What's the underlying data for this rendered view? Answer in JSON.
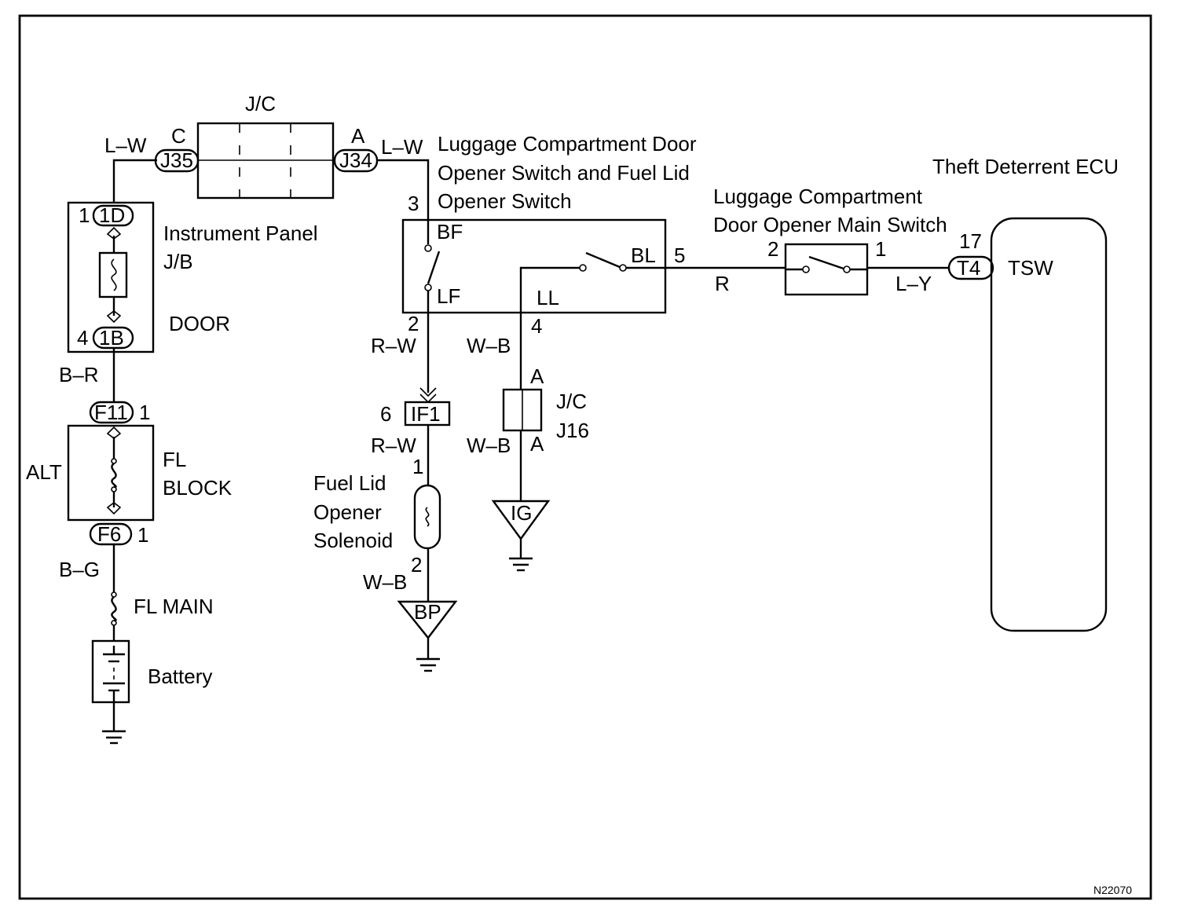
{
  "figure_code": "N22070",
  "components": {
    "jc_top": "J/C",
    "instrument_panel_jb": [
      "Instrument Panel",
      "J/B"
    ],
    "door_fuse": "DOOR",
    "fl_block": [
      "FL",
      "BLOCK"
    ],
    "alt": "ALT",
    "fl_main": "FL MAIN",
    "battery": "Battery",
    "door_fuel_switch": [
      "Luggage Compartment Door",
      "Opener Switch and Fuel Lid",
      "Opener Switch"
    ],
    "main_switch": [
      "Luggage Compartment",
      "Door Opener Main Switch"
    ],
    "ecu": "Theft Deterrent ECU",
    "tsw": "TSW",
    "solenoid": [
      "Fuel Lid",
      "Opener",
      "Solenoid"
    ],
    "jc_j16": [
      "J/C",
      "J16"
    ]
  },
  "connectors": {
    "j35": "J35",
    "j34": "J34",
    "c1d": "1D",
    "c1b": "1B",
    "f11": "F11",
    "f6": "F6",
    "if1": "IF1",
    "t4": "T4"
  },
  "grounds": {
    "bp": "BP",
    "ig": "IG"
  },
  "pins": {
    "j35_c": "C",
    "j34_a": "A",
    "c1d": "1",
    "c1b": "4",
    "f11": "1",
    "f6": "1",
    "sw_3": "3",
    "sw_2": "2",
    "sw_4": "4",
    "sw_5": "5",
    "main_2": "2",
    "main_1": "1",
    "t4_17": "17",
    "if1_6": "6",
    "sol_1": "1",
    "sol_2": "2",
    "j16_a_top": "A",
    "j16_a_bottom": "A"
  },
  "terminals": {
    "bf": "BF",
    "lf": "LF",
    "ll": "LL",
    "bl": "BL"
  },
  "wires": {
    "lw_left": "L–W",
    "lw_right": "L–W",
    "br": "B–R",
    "bg": "B–G",
    "rw_upper": "R–W",
    "rw_lower": "R–W",
    "wb_upper": "W–B",
    "wb_lower": "W–B",
    "wb_solenoid": "W–B",
    "r": "R",
    "ly": "L–Y"
  }
}
